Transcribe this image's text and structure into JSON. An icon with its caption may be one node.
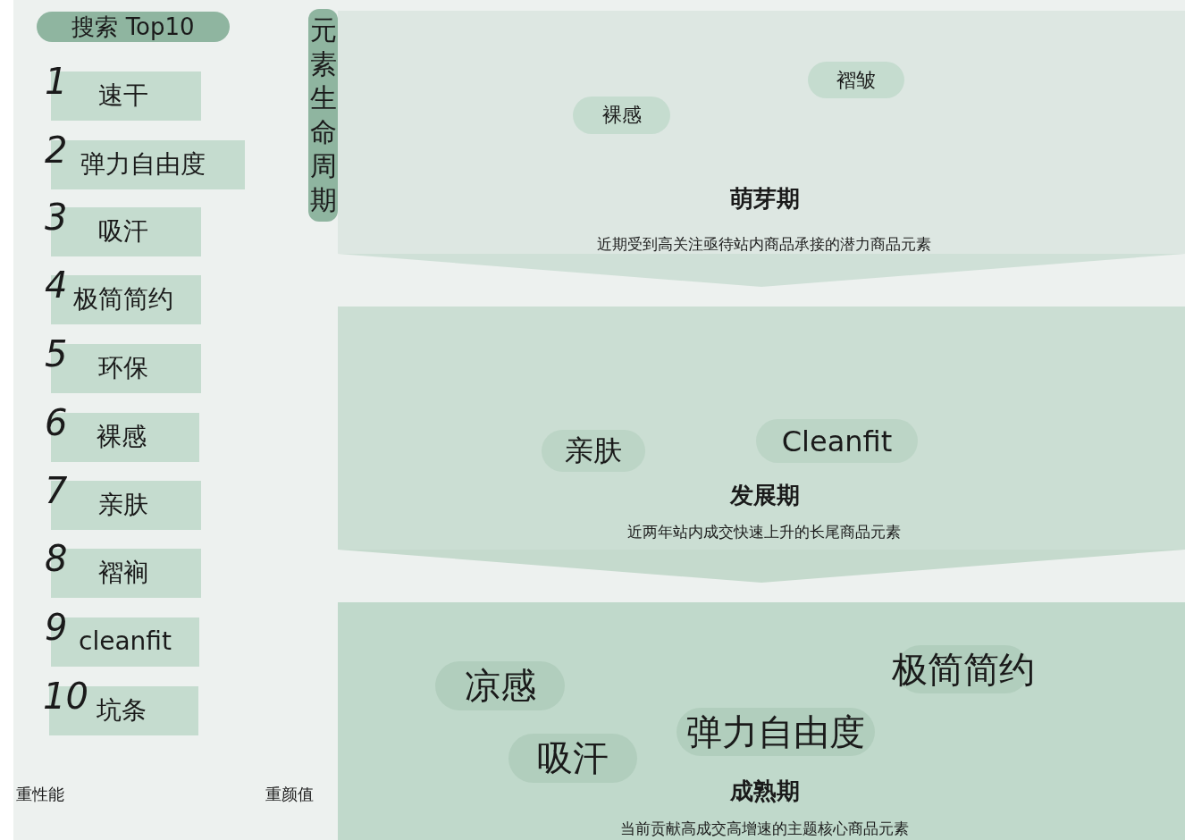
{
  "diagram": {
    "nodes": [
      {
        "text": [
          "搜索 Top10"
        ]
      },
      {
        "text": [
          "1",
          "速干"
        ]
      },
      {
        "text": [
          "2",
          "弹力自由度"
        ]
      },
      {
        "text": [
          "3",
          "吸汗"
        ]
      },
      {
        "text": [
          "4",
          "极简简约"
        ]
      },
      {
        "text": [
          "5",
          "环保"
        ]
      },
      {
        "text": [
          "6",
          "裸感"
        ]
      },
      {
        "text": [
          "7",
          "亲肤"
        ]
      },
      {
        "text": [
          "8",
          "褶裥"
        ]
      },
      {
        "text": [
          "9",
          "cleanfit"
        ]
      },
      {
        "text": [
          "10",
          "坑条"
        ]
      },
      {
        "text": [
          "元素生命周期"
        ]
      },
      {
        "text": [
          "萌芽期",
          "近期受到高关注亟待站内商品承接的潜力商品元素"
        ]
      },
      {
        "text": [
          "褶皱"
        ],
        "in": 12
      },
      {
        "text": [
          "裸感"
        ],
        "in": 12
      },
      {
        "text": [
          "发展期",
          "近两年站内成交快速上升的长尾商品元素"
        ]
      },
      {
        "text": [
          "亲肤"
        ],
        "in": 15
      },
      {
        "text": [
          "Cleanfit"
        ],
        "in": 15
      },
      {
        "text": [
          "成熟期",
          "当前贡献高成交高增速的主题核心商品元素"
        ]
      },
      {
        "text": [
          "极简简约"
        ],
        "in": 18
      },
      {
        "text": [
          "凉感"
        ],
        "in": 18
      },
      {
        "text": [
          "弹力自由度"
        ],
        "in": 18
      },
      {
        "text": [
          "吸汗"
        ],
        "in": 18
      }
    ],
    "edges": [
      {
        "from": 12,
        "to": 15,
        "arrow": "to"
      },
      {
        "from": 15,
        "to": 18,
        "arrow": "to"
      }
    ],
    "labels": [
      "重性能",
      "重颜值"
    ]
  }
}
